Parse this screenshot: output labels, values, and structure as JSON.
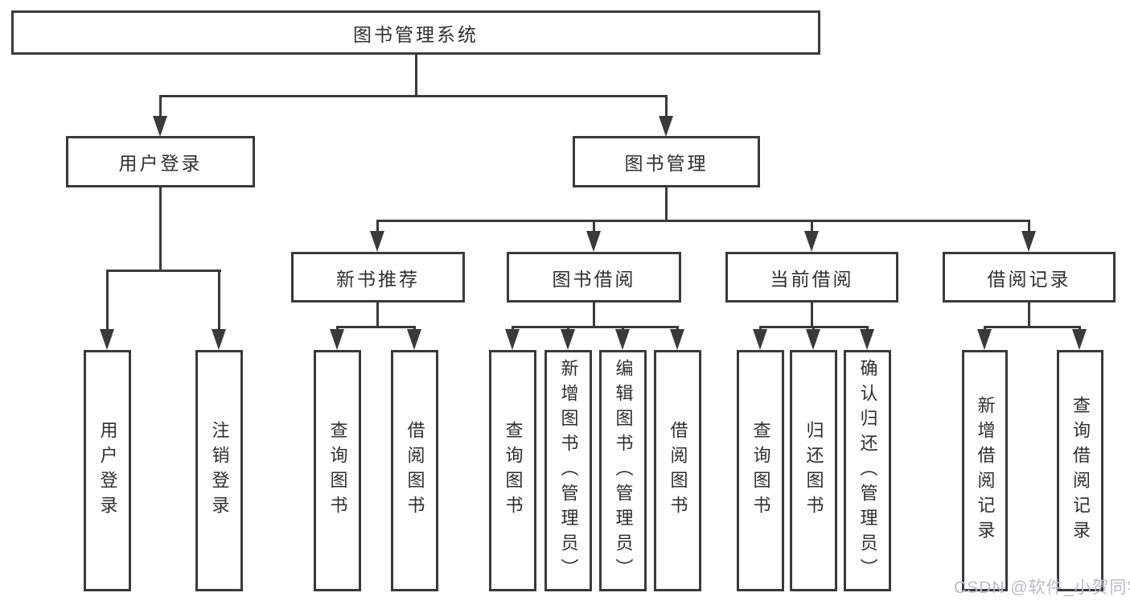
{
  "diagram": {
    "root_label": "图书管理系统",
    "branches": [
      {
        "label": "用户登录",
        "children": [
          "用户登录",
          "注销登录"
        ]
      },
      {
        "label": "图书管理",
        "children": [
          {
            "label": "新书推荐",
            "children": [
              "查询图书",
              "借阅图书"
            ]
          },
          {
            "label": "图书借阅",
            "children": [
              "查询图书",
              "新增图书（管理员）",
              "编辑图书（管理员）",
              "借阅图书"
            ]
          },
          {
            "label": "当前借阅",
            "children": [
              "查询图书",
              "归还图书",
              "确认归还（管理员）"
            ]
          },
          {
            "label": "借阅记录",
            "children": [
              "新增借阅记录",
              "查询借阅记录"
            ]
          }
        ]
      }
    ]
  },
  "watermark": {
    "text": "CSDN @软件_小贺同学"
  },
  "colors": {
    "line": "#3a3a3a",
    "text": "#2f2f2f",
    "background": "#ffffff",
    "watermark": "#b9bdc4"
  }
}
